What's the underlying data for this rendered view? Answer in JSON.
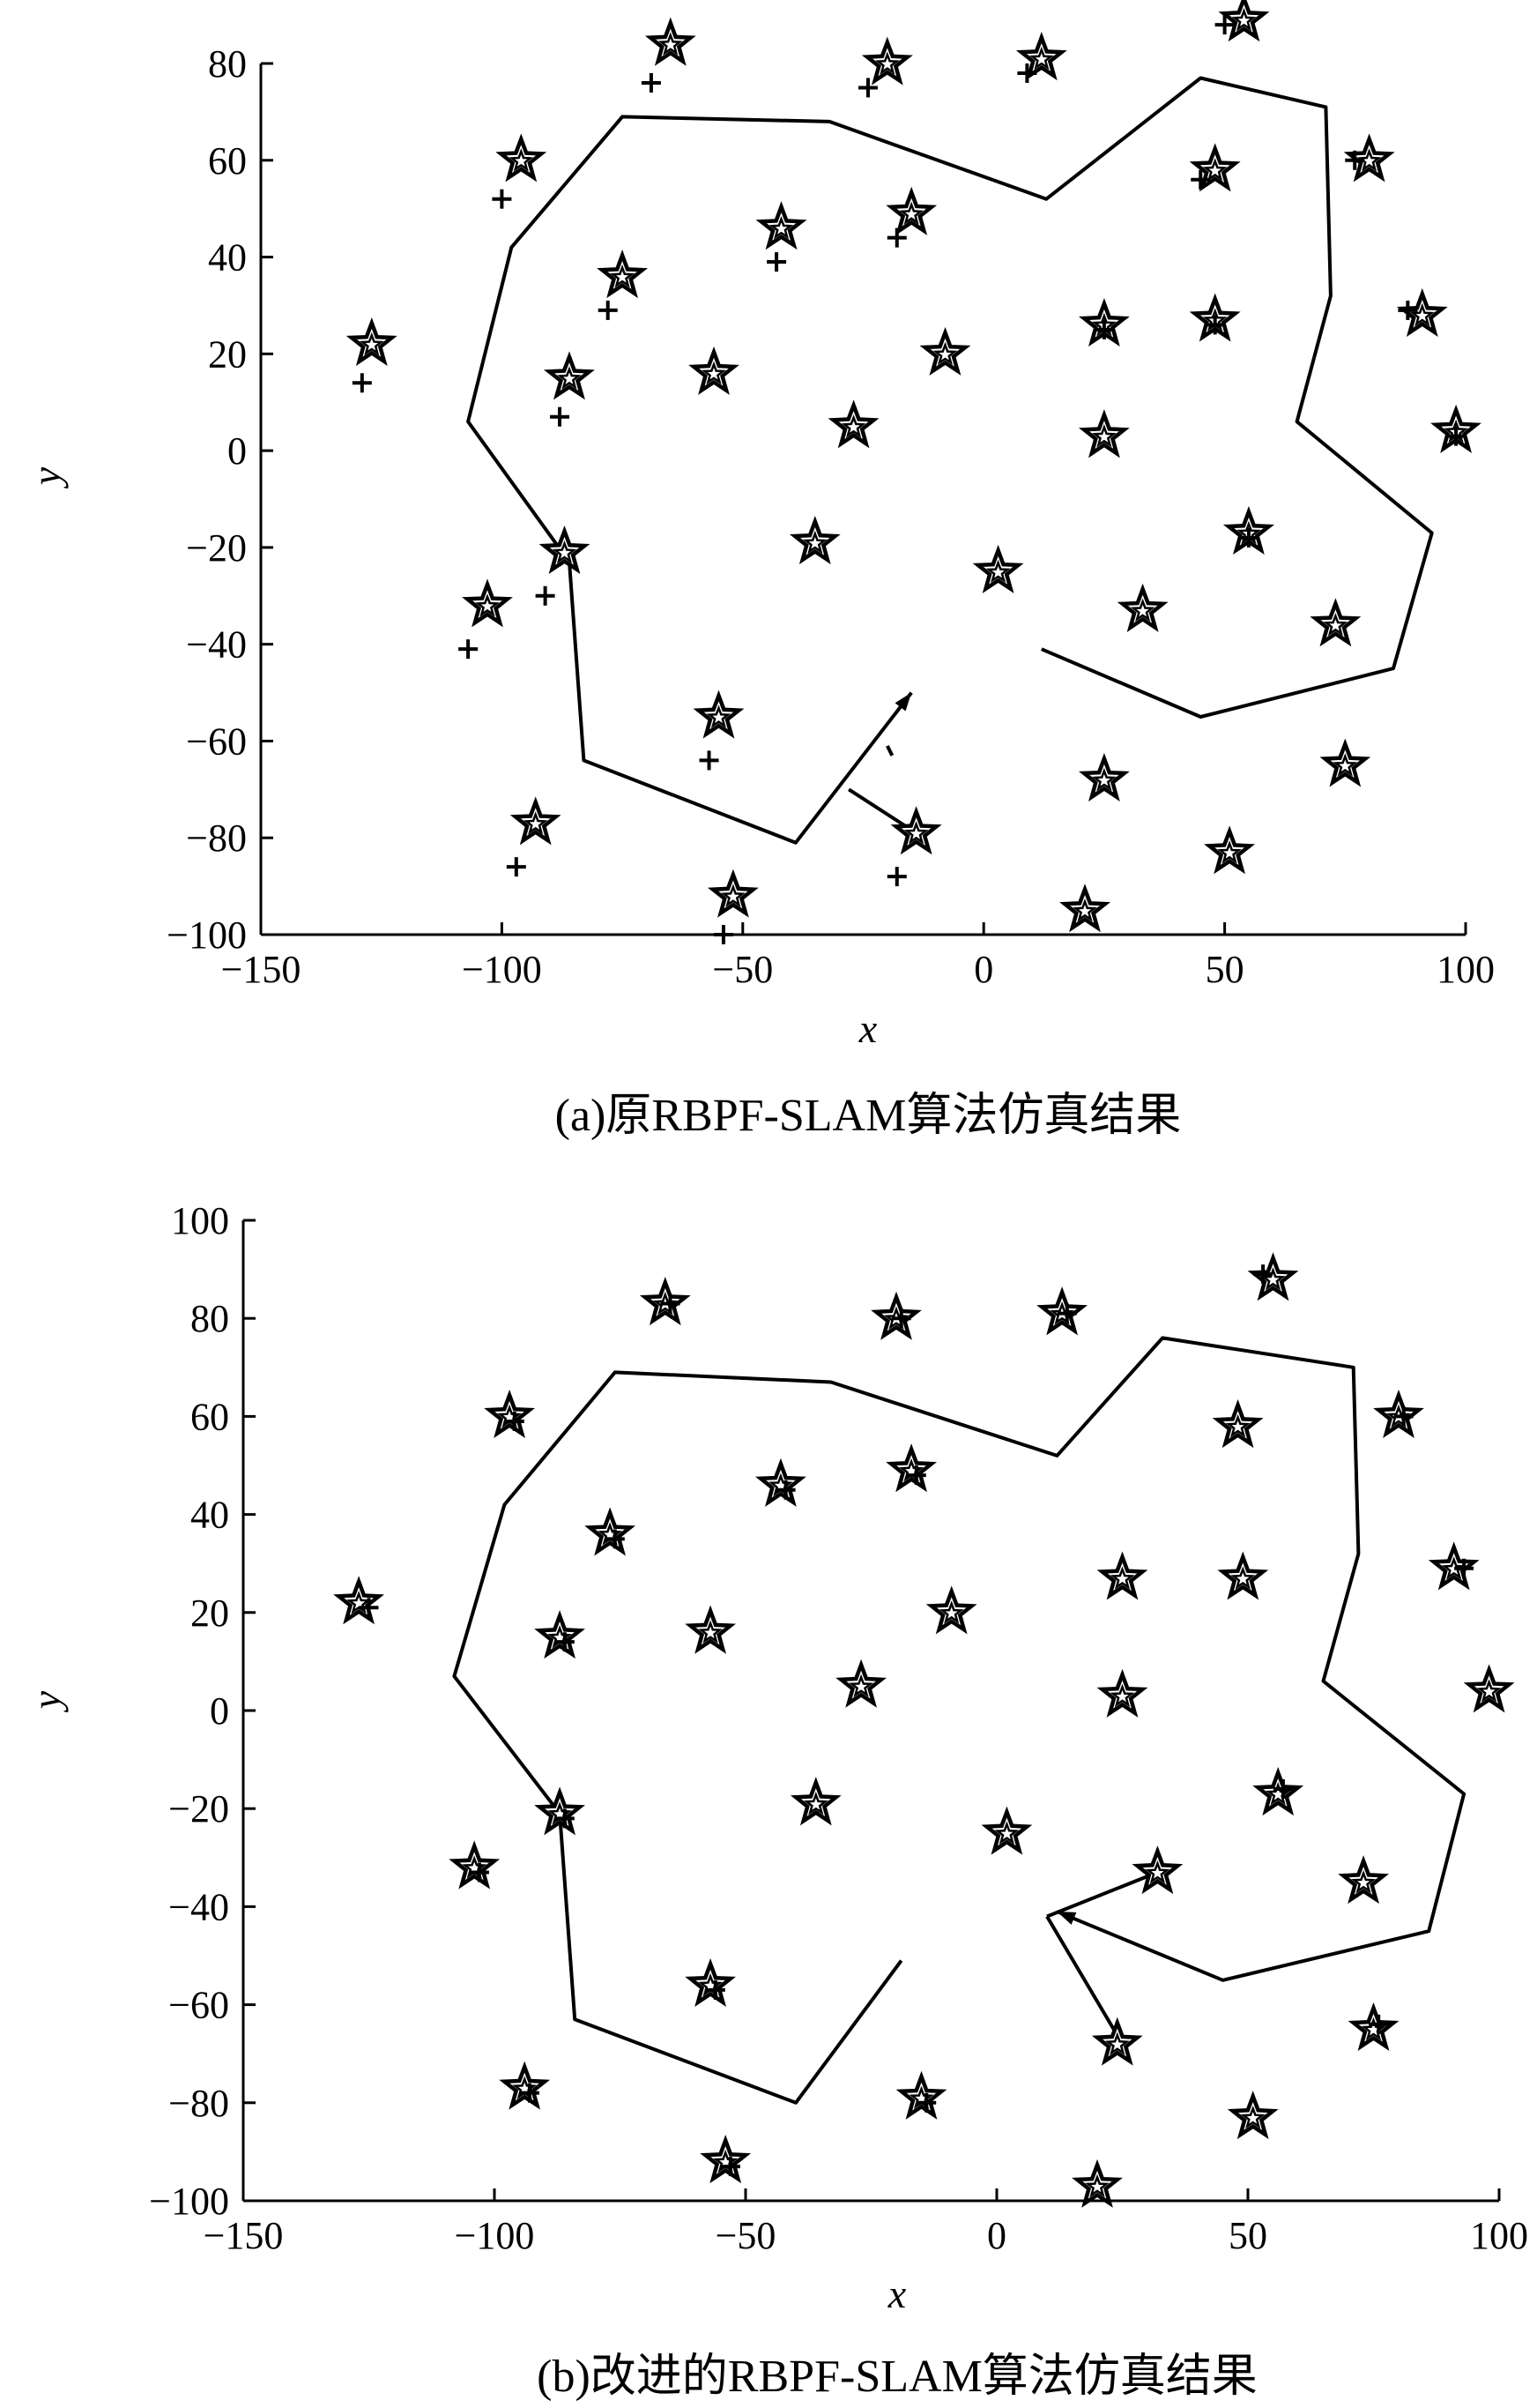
{
  "chart_data": [
    {
      "type": "scatter",
      "caption": "(a)原RBPF-SLAM算法仿真结果",
      "xlabel": "x",
      "ylabel": "y",
      "xlim": [
        -150,
        100
      ],
      "ylim": [
        -100,
        80
      ],
      "xticks": [
        -150,
        -100,
        -50,
        0,
        50,
        100
      ],
      "yticks": [
        -100,
        -80,
        -60,
        -40,
        -20,
        0,
        20,
        40,
        60,
        80
      ],
      "grid": false,
      "series": [
        {
          "marker": "star",
          "points": [
            [
              -65,
              84
            ],
            [
              -20,
              80
            ],
            [
              12,
              81
            ],
            [
              54,
              89
            ],
            [
              -96,
              60
            ],
            [
              -15,
              49
            ],
            [
              -42,
              46
            ],
            [
              -75,
              36
            ],
            [
              48,
              58
            ],
            [
              80,
              60
            ],
            [
              -127,
              22
            ],
            [
              -86,
              15
            ],
            [
              -56,
              16
            ],
            [
              -8,
              20
            ],
            [
              25,
              26
            ],
            [
              48,
              27
            ],
            [
              91,
              28
            ],
            [
              -27,
              5
            ],
            [
              25,
              3
            ],
            [
              98,
              4
            ],
            [
              -87,
              -21
            ],
            [
              -35,
              -19
            ],
            [
              3,
              -25
            ],
            [
              55,
              -17
            ],
            [
              -103,
              -32
            ],
            [
              33,
              -33
            ],
            [
              73,
              -36
            ],
            [
              -55,
              -55
            ],
            [
              25,
              -68
            ],
            [
              75,
              -65
            ],
            [
              -93,
              -77
            ],
            [
              -14,
              -79
            ],
            [
              51,
              -83
            ],
            [
              -52,
              -92
            ],
            [
              21,
              -95
            ]
          ]
        },
        {
          "marker": "plus",
          "points": [
            [
              -69,
              76
            ],
            [
              -24,
              75
            ],
            [
              9,
              78
            ],
            [
              50,
              88
            ],
            [
              -100,
              52
            ],
            [
              -18,
              44
            ],
            [
              -43,
              39
            ],
            [
              -78,
              29
            ],
            [
              45,
              56
            ],
            [
              77,
              60
            ],
            [
              -129,
              14
            ],
            [
              -88,
              7
            ],
            [
              -107,
              -41
            ],
            [
              -91,
              -30
            ],
            [
              -57,
              -64
            ],
            [
              -97,
              -86
            ],
            [
              -18,
              -88
            ],
            [
              -54,
              -100
            ],
            [
              88,
              29
            ],
            [
              25,
              25
            ],
            [
              48,
              26
            ],
            [
              55,
              -18
            ],
            [
              98,
              3
            ]
          ]
        }
      ],
      "trajectory": [
        [
          12,
          -41
        ],
        [
          45,
          -55
        ],
        [
          85,
          -45
        ],
        [
          93,
          -17
        ],
        [
          65,
          6
        ],
        [
          72,
          32
        ],
        [
          71,
          71
        ],
        [
          45,
          77
        ],
        [
          13,
          52
        ],
        [
          -32,
          68
        ],
        [
          -75,
          69
        ],
        [
          -98,
          42
        ],
        [
          -107,
          6
        ],
        [
          -86,
          -23
        ],
        [
          -83,
          -64
        ],
        [
          -39,
          -81
        ],
        [
          -15,
          -50
        ]
      ],
      "observations": [
        [
          [
            -28,
            -70
          ],
          [
            -14,
            -79
          ]
        ],
        [
          [
            -20,
            -61
          ],
          [
            -19,
            -63
          ]
        ]
      ]
    },
    {
      "type": "scatter",
      "caption": "(b)改进的RBPF-SLAM算法仿真结果",
      "xlabel": "x",
      "ylabel": "y",
      "xlim": [
        -150,
        100
      ],
      "ylim": [
        -100,
        100
      ],
      "xticks": [
        -150,
        -100,
        -50,
        0,
        50,
        100
      ],
      "yticks": [
        -100,
        -80,
        -60,
        -40,
        -20,
        0,
        20,
        40,
        60,
        80,
        100
      ],
      "grid": false,
      "series": [
        {
          "marker": "star",
          "points": [
            [
              -66,
              83
            ],
            [
              -20,
              80
            ],
            [
              13,
              81
            ],
            [
              55,
              88
            ],
            [
              -97,
              60
            ],
            [
              -17,
              49
            ],
            [
              -43,
              46
            ],
            [
              -77,
              36
            ],
            [
              48,
              58
            ],
            [
              80,
              60
            ],
            [
              -127,
              22
            ],
            [
              -87,
              15
            ],
            [
              -57,
              16
            ],
            [
              -9,
              20
            ],
            [
              25,
              27
            ],
            [
              49,
              27
            ],
            [
              91,
              29
            ],
            [
              -27,
              5
            ],
            [
              25,
              3
            ],
            [
              98,
              4
            ],
            [
              -87,
              -21
            ],
            [
              -36,
              -19
            ],
            [
              2,
              -25
            ],
            [
              56,
              -17
            ],
            [
              -104,
              -32
            ],
            [
              32,
              -33
            ],
            [
              73,
              -35
            ],
            [
              -57,
              -56
            ],
            [
              24,
              -68
            ],
            [
              75,
              -65
            ],
            [
              -94,
              -77
            ],
            [
              -15,
              -79
            ],
            [
              51,
              -83
            ],
            [
              -54,
              -92
            ],
            [
              20,
              -97
            ]
          ]
        },
        {
          "marker": "plus",
          "points": [
            [
              -65,
              83
            ],
            [
              -19,
              80
            ],
            [
              14,
              81
            ],
            [
              53,
              89
            ],
            [
              -96,
              59
            ],
            [
              -16,
              48
            ],
            [
              -42,
              45
            ],
            [
              -76,
              35
            ],
            [
              81,
              60
            ],
            [
              -125,
              21
            ],
            [
              -86,
              14
            ],
            [
              -56,
              -57
            ],
            [
              -93,
              -78
            ],
            [
              -14,
              -80
            ],
            [
              -53,
              -93
            ],
            [
              -103,
              -33
            ],
            [
              -86,
              -22
            ],
            [
              93,
              29
            ],
            [
              57,
              -16
            ],
            [
              76,
              -64
            ]
          ]
        }
      ],
      "trajectory": [
        [
          -19,
          -51
        ],
        [
          -40,
          -80
        ],
        [
          -84,
          -63
        ],
        [
          -87,
          -21
        ],
        [
          -108,
          7
        ],
        [
          -98,
          42
        ],
        [
          -76,
          69
        ],
        [
          -33,
          67
        ],
        [
          12,
          52
        ],
        [
          33,
          76
        ],
        [
          71,
          70
        ],
        [
          72,
          32
        ],
        [
          65,
          6
        ],
        [
          93,
          -17
        ],
        [
          86,
          -45
        ],
        [
          45,
          -55
        ],
        [
          12,
          -41
        ]
      ],
      "observations": [
        [
          [
            10,
            -42
          ],
          [
            32,
            -33
          ]
        ],
        [
          [
            10,
            -42
          ],
          [
            25,
            -68
          ]
        ]
      ]
    }
  ]
}
